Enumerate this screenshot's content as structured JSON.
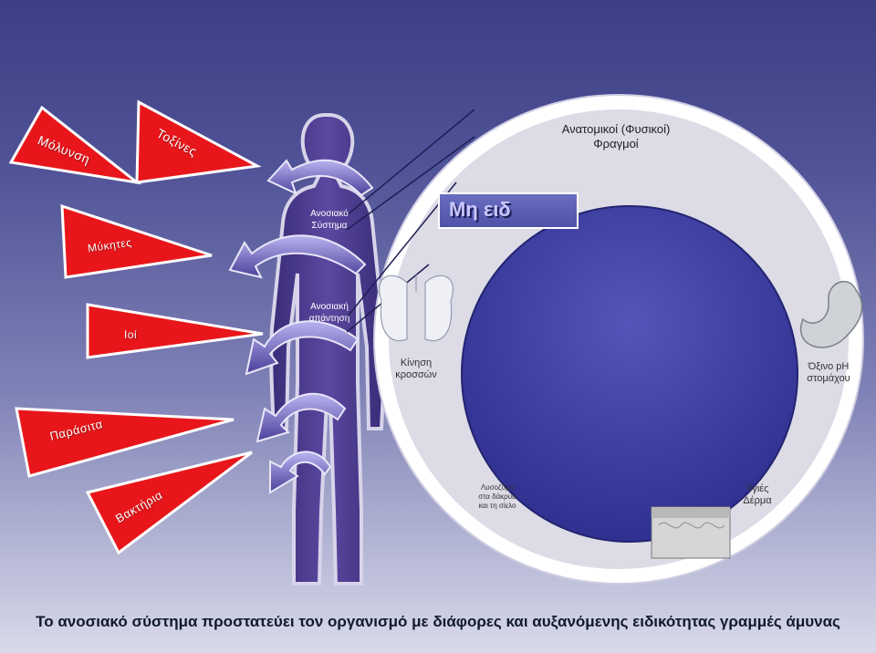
{
  "threats": {
    "infection": "Μόλυνση",
    "toxins": "Τοξίνες",
    "fungi": "Μύκητες",
    "viruses": "Ιοί",
    "parasites": "Παράσιτα",
    "bacteria": "Βακτήρια"
  },
  "body_labels": {
    "immune_system": [
      "Ανοσιακό",
      "Σύστημα"
    ],
    "immune_response": [
      "Ανοσιακή",
      "απάντηση"
    ]
  },
  "barriers": {
    "title": [
      "Ανατομικοί (Φυσικοί)",
      "Φραγμοί"
    ],
    "box_title": "Μη ειδ",
    "cilia": [
      "Κίνηση",
      "κροσσών"
    ],
    "stomach": [
      "Όξινο pH",
      "στομάχου"
    ],
    "lysozyme": [
      "Λυσοζύμη",
      "στα δάκρυα",
      "και τη σίελο"
    ],
    "skin": [
      "Υγιές",
      "Δέρμα"
    ]
  },
  "caption": "Το ανοσιακό σύστημα προστατεύει τον οργανισμό με διάφορες και αυξανόμενης ειδικότητας γραμμές άμυνας",
  "colors": {
    "threat_red": "#e8161b",
    "figure_purple": "#4a3888",
    "ring_light": "#dcdbe6",
    "core_blue": "#3a3b9e"
  }
}
